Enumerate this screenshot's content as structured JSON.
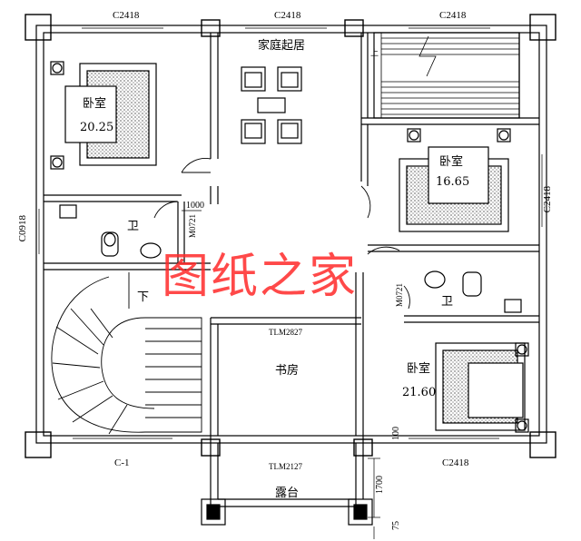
{
  "plan": {
    "window_codes": {
      "top_left": "C2418",
      "top_center": "C2418",
      "top_right": "C2418",
      "right_side": "C2418",
      "left_side": "C0918",
      "bottom_left": "C-1",
      "bottom_right": "C2418"
    },
    "rooms": {
      "family_room": "家庭起居",
      "bedroom_nw": {
        "name": "卧室",
        "area": "20.25"
      },
      "bedroom_ne": {
        "name": "卧室",
        "area": "16.65"
      },
      "bedroom_se": {
        "name": "卧室",
        "area": "21.60"
      },
      "bath_w": "卫",
      "bath_e": "卫",
      "study": "书房",
      "balcony": "露台"
    },
    "door_codes": {
      "bath_w_door": "M0721",
      "bath_e_door": "M0721",
      "study_top": "TLM2827",
      "study_bottom": "TLM2127"
    },
    "stairs": {
      "up_label": "上",
      "down_label": "下"
    },
    "dimensions": {
      "d1000": "1000",
      "d100": "100",
      "d1700": "1700",
      "d75": "75"
    },
    "watermark": "图纸之家",
    "colors": {
      "line": "#000000",
      "watermark": "#ff2a2a"
    }
  }
}
